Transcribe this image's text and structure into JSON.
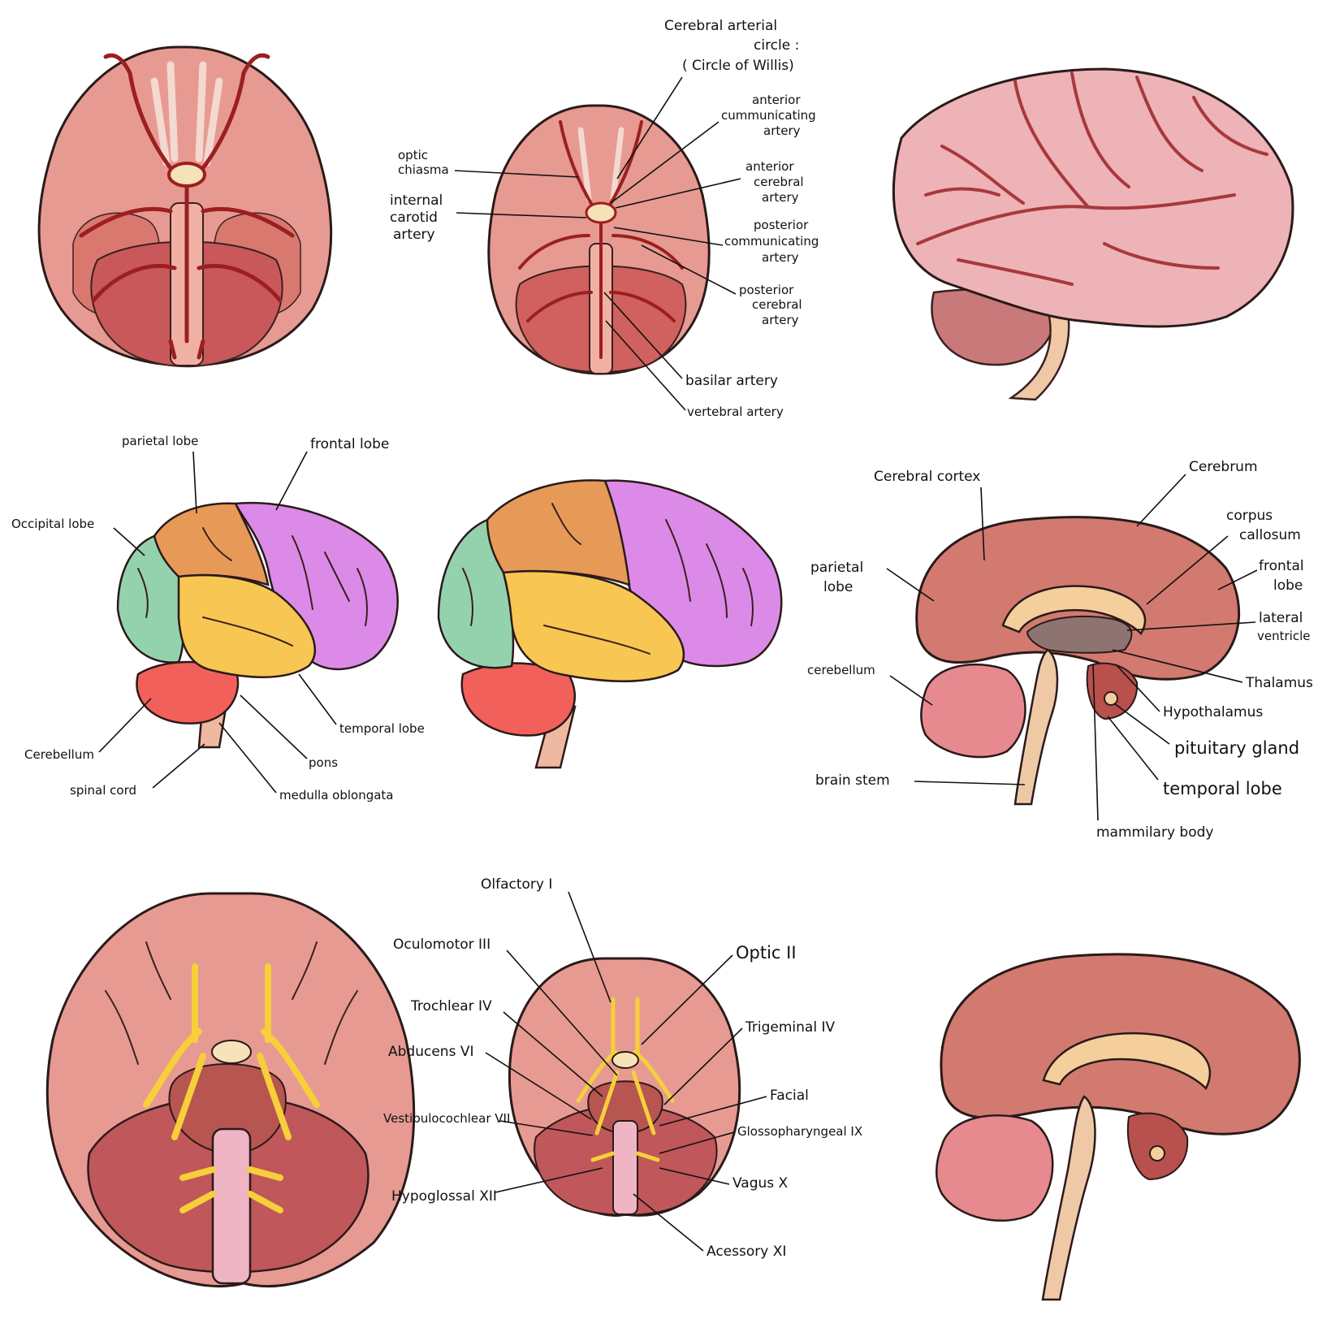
{
  "colors": {
    "brain_pink": "#e79a92",
    "brain_dark": "#c9655e",
    "lateral_pink": "#eeb3b6",
    "artery": "#9c1f20",
    "nerve_yellow": "#f6cf3a",
    "cerebellum_red": "#f2605b",
    "frontal": "#dc8ae8",
    "parietal": "#e79a57",
    "temporal": "#f8c652",
    "occipital": "#94d2ae",
    "callosum": "#f4cf9c",
    "stem": "#efb8a0",
    "ventricle": "#8e7471"
  },
  "circle_of_willis": {
    "title_line1": "Cerebral arterial",
    "title_line2": "circle :",
    "title_line3": "( Circle of Willis)",
    "labels": [
      {
        "id": "acomm",
        "lines": [
          "anterior",
          "cummunicating",
          "artery"
        ]
      },
      {
        "id": "optic",
        "lines": [
          "optic",
          "chiasma"
        ]
      },
      {
        "id": "ica",
        "lines": [
          "internal",
          "carotid",
          "artery"
        ]
      },
      {
        "id": "aca",
        "lines": [
          "anterior",
          "cerebral",
          "artery"
        ]
      },
      {
        "id": "pcomm",
        "lines": [
          "posterior",
          "communicating",
          "artery"
        ]
      },
      {
        "id": "pca",
        "lines": [
          "posterior",
          "cerebral",
          "artery"
        ]
      },
      {
        "id": "basilar",
        "lines": [
          "basilar artery"
        ]
      },
      {
        "id": "vertebral",
        "lines": [
          "vertebral artery"
        ]
      }
    ]
  },
  "lobes": {
    "parietal": "parietal lobe",
    "frontal": "frontal lobe",
    "occipital": "Occipital lobe",
    "temporal": "temporal lobe",
    "cerebellum": "Cerebellum",
    "pons": "pons",
    "spinal": "spinal cord",
    "medulla": "medulla oblongata"
  },
  "sagittal": {
    "cortex": "Cerebral cortex",
    "cerebrum": "Cerebrum",
    "corpus1": "corpus",
    "corpus2": "callosum",
    "parietal1": "parietal",
    "parietal2": "lobe",
    "frontal1": "frontal",
    "frontal2": "lobe",
    "lateral1": "lateral",
    "lateral2": "ventricle",
    "cerebellum": "cerebellum",
    "thalamus": "Thalamus",
    "hypothalamus": "Hypothalamus",
    "pituitary": "pituitary gland",
    "brainstem": "brain stem",
    "temporal": "temporal lobe",
    "mammillary": "mammilary body"
  },
  "cranial_nerves": {
    "olfactory": "Olfactory I",
    "oculomotor": "Oculomotor III",
    "optic": "Optic II",
    "trochlear": "Trochlear IV",
    "trigeminal": "Trigeminal IV",
    "abducens": "Abducens VI",
    "facial": "Facial",
    "vestibulocochlear": "Vestibulocochlear VII",
    "glossopharyngeal": "Glossopharyngeal IX",
    "hypoglossal": "Hypoglossal XII",
    "vagus": "Vagus X",
    "accessory": "Acessory XI"
  }
}
